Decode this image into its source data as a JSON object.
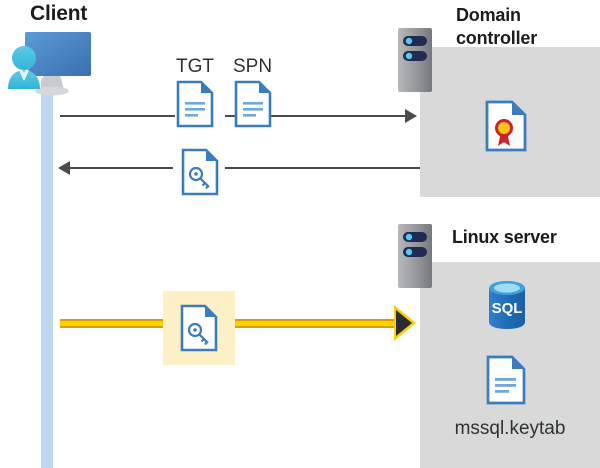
{
  "diagram": {
    "title_client": "Client",
    "title_domain_controller": "Domain controller",
    "title_linux_server": "Linux server",
    "labels": {
      "tgt": "TGT",
      "spn": "SPN",
      "keytab_file": "mssql.keytab",
      "sql_badge": "SQL"
    },
    "colors": {
      "panel_gray": "#d9d9d9",
      "lifeline_blue": "#bdd7f0",
      "arrow_black": "#4a4a4f",
      "arrow_gold": "#ffd000",
      "arrow_gold_dark": "#d6a100",
      "highlight_yellow": "#fdf0c4",
      "doc_blue": "#3a7cc0",
      "sql_blue": "#1f6cb5",
      "seal_gold": "#f5c518",
      "seal_red": "#d0202e",
      "rack_gray": "#9b9b9b",
      "rack_bay_navy": "#1e2b54",
      "title_dark": "#1d1d1d"
    },
    "icons": {
      "client": "client-computer-user-icon",
      "rack": "server-rack-icon",
      "document": "document-icon",
      "key_document": "key-document-icon",
      "certificate": "certificate-document-icon",
      "database": "sql-database-icon"
    }
  }
}
